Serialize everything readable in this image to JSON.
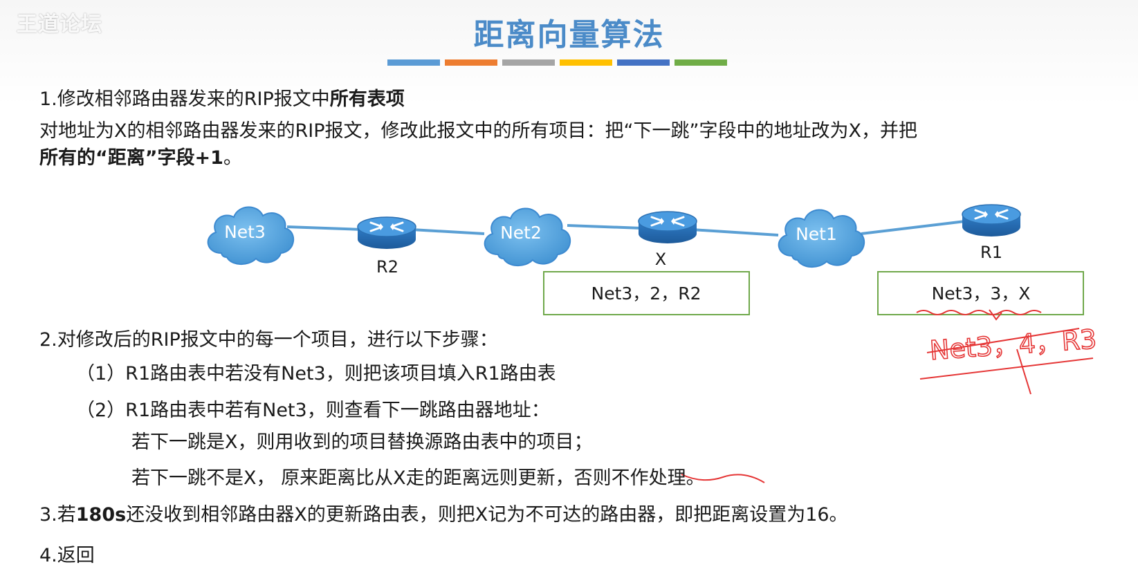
{
  "watermark": "王道论坛",
  "title": "距离向量算法",
  "colors": {
    "title": "#4b8bc8",
    "bars": [
      "#5b9bd5",
      "#ed7d31",
      "#a5a5a5",
      "#ffc000",
      "#4472c4",
      "#70ad47"
    ],
    "cloud": "#5aa6dd",
    "router": "#2e79c2",
    "annotation": "#e53535",
    "table_border": "#6fa84a"
  },
  "step1": {
    "heading_prefix": "1.修改相邻路由器发来的RIP报文中",
    "heading_bold": "所有表项",
    "line2": "对地址为X的相邻路由器发来的RIP报文，修改此报文中的所有项目：把“下一跳”字段中的地址改为X，并把",
    "line3_bold": "所有的“距离”字段+1",
    "line3_suffix": "。"
  },
  "diagram": {
    "clouds": [
      "Net3",
      "Net2",
      "Net1"
    ],
    "routers": [
      "R2",
      "X",
      "R1"
    ],
    "table_x": "Net3，2，R2",
    "table_r1": "Net3，3，X",
    "handwritten": "Net3，4，R3"
  },
  "step2": {
    "heading": "2.对修改后的RIP报文中的每一个项目，进行以下步骤：",
    "sub1": "（1）R1路由表中若没有Net3，则把该项目填入R1路由表",
    "sub2": "（2）R1路由表中若有Net3，则查看下一跳路由器地址：",
    "case1": "若下一跳是X，则用收到的项目替换源路由表中的项目；",
    "case2": "若下一跳不是X， 原来距离比从X走的距离远则更新，否则不作处理。"
  },
  "step3": {
    "prefix": "3.若",
    "bold": "180s",
    "suffix": "还没收到相邻路由器X的更新路由表，则把X记为不可达的路由器，即把距离设置为16。"
  },
  "step4": "4.返回"
}
